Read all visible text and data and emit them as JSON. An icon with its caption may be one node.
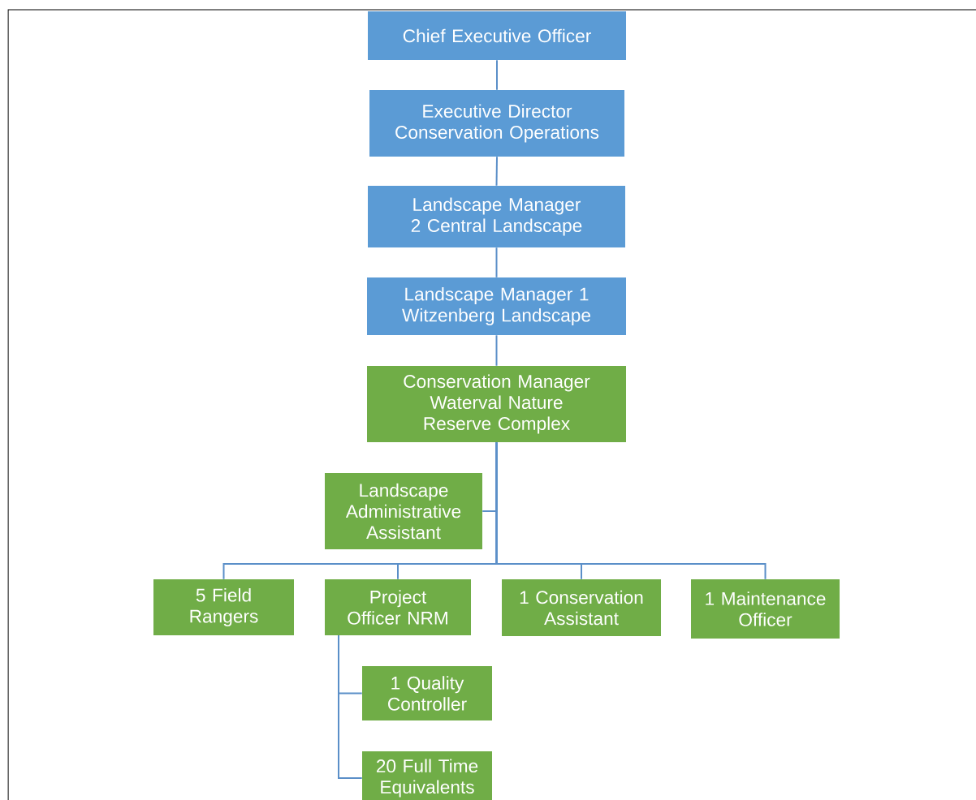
{
  "diagram": {
    "nodes": [
      {
        "text": [
          "Chief Executive Officer"
        ]
      },
      {
        "text": [
          "Executive Director Conservation Operations"
        ]
      },
      {
        "text": [
          "Landscape Manager 2 Central Landscape"
        ]
      },
      {
        "text": [
          "Landscape Manager 1 Witzenberg Landscape"
        ]
      },
      {
        "text": [
          "Conservation Manager Waterval Nature Reserve Complex"
        ]
      },
      {
        "text": [
          "Landscape Administrative Assistant"
        ]
      },
      {
        "text": [
          "5 Field Rangers"
        ]
      },
      {
        "text": [
          "Project Officer NRM"
        ]
      },
      {
        "text": [
          "1 Conservation Assistant"
        ]
      },
      {
        "text": [
          "1 Maintenance Officer"
        ]
      },
      {
        "text": [
          "1 Quality Controller"
        ]
      },
      {
        "text": [
          "20 Full Time Equivalents"
        ]
      }
    ],
    "edges": [
      {
        "from": 0,
        "to": 1,
        "arrow": "none"
      },
      {
        "from": 1,
        "to": 2,
        "arrow": "none"
      },
      {
        "from": 2,
        "to": 3,
        "arrow": "none"
      },
      {
        "from": 3,
        "to": 4,
        "arrow": "none"
      },
      {
        "from": 4,
        "to": 5,
        "arrow": "none"
      },
      {
        "from": 4,
        "to": 6,
        "arrow": "none"
      },
      {
        "from": 4,
        "to": 7,
        "arrow": "none"
      },
      {
        "from": 4,
        "to": 8,
        "arrow": "none"
      },
      {
        "from": 4,
        "to": 9,
        "arrow": "none"
      },
      {
        "from": 7,
        "to": 10,
        "arrow": "none"
      },
      {
        "from": 7,
        "to": 11,
        "arrow": "none"
      }
    ]
  }
}
